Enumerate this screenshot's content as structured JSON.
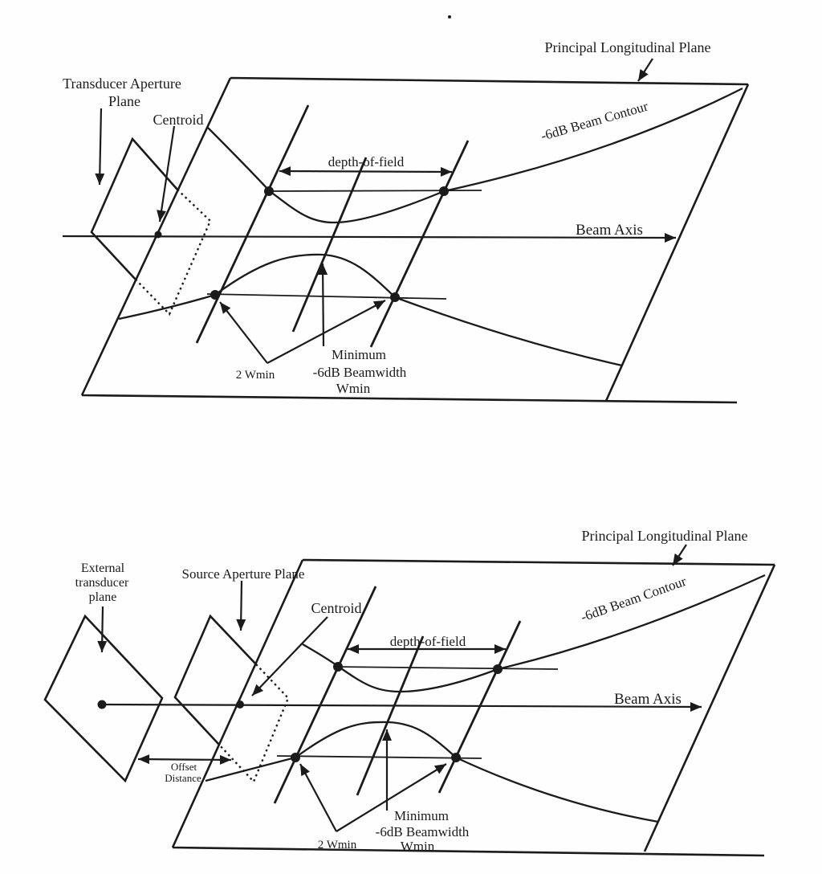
{
  "colors": {
    "ink": "#1b1b1b",
    "paper": "#fefefe"
  },
  "top": {
    "labels": {
      "aperture_line1": "Transducer Aperture",
      "aperture_line2": "Plane",
      "centroid": "Centroid",
      "principal_plane": "Principal Longitudinal Plane",
      "beam_contour": "-6dB Beam Contour",
      "depth_of_field": "depth-of-field",
      "beam_axis": "Beam Axis",
      "two_wmin": "2 Wmin",
      "min_line1": "Minimum",
      "min_line2": "-6dB Beamwidth",
      "min_line3": "Wmin"
    }
  },
  "bottom": {
    "labels": {
      "external_line1": "External",
      "external_line2": "transducer",
      "external_line3": "plane",
      "source_aperture": "Source Aperture Plane",
      "centroid": "Centroid",
      "principal_plane": "Principal Longitudinal Plane",
      "beam_contour": "-6dB Beam Contour",
      "depth_of_field": "depth-of-field",
      "beam_axis": "Beam Axis",
      "offset_line1": "Offset",
      "offset_line2": "Distance",
      "two_wmin": "2 Wmin",
      "min_line1": "Minimum",
      "min_line2": "-6dB Beamwidth",
      "min_line3": "Wmin"
    }
  }
}
